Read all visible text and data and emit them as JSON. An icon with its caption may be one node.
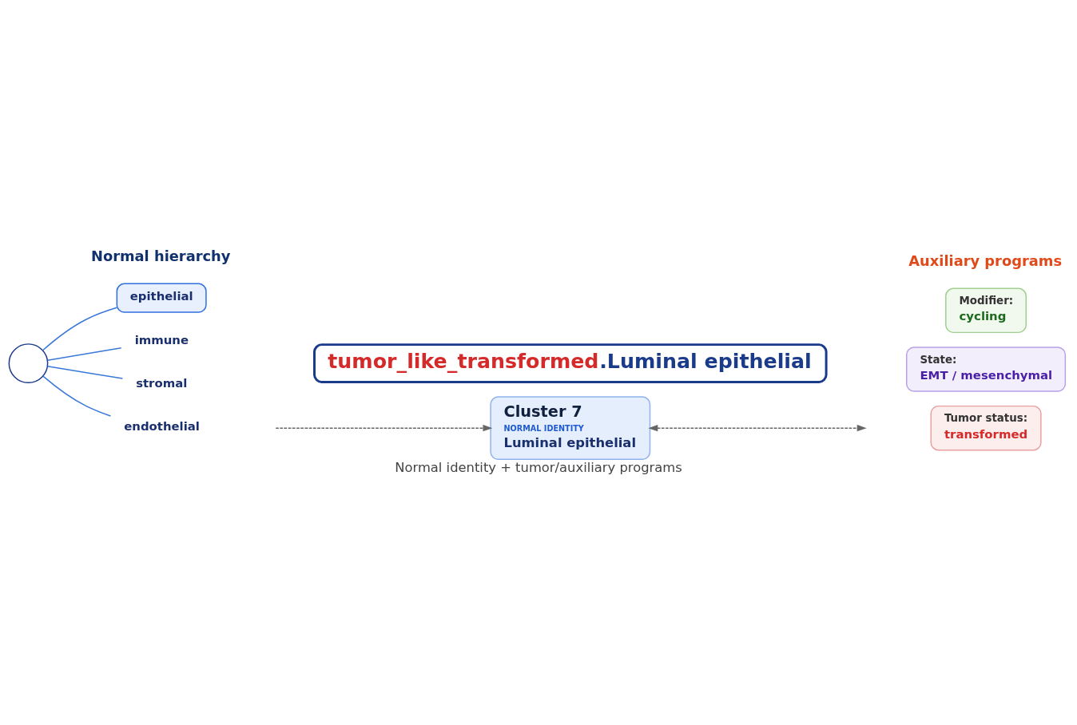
{
  "diagram": {
    "caption": "Normal identity + tumor/auxiliary programs",
    "nodes": [
      {
        "text": [],
        "shape": "circle"
      },
      {
        "text": [
          "epithelial"
        ]
      },
      {
        "text": [
          "immune"
        ]
      },
      {
        "text": [
          "stromal"
        ]
      },
      {
        "text": [
          "endothelial"
        ]
      },
      {
        "text": [
          "Cluster 7",
          "NORMAL IDENTITY",
          "Luminal epithelial"
        ]
      },
      {
        "text": [
          "Tumor status:",
          "transformed"
        ]
      },
      {
        "text": [
          "State:",
          "EMT / mesenchymal"
        ]
      },
      {
        "text": [
          "Modifier:",
          "cycling"
        ]
      },
      {
        "text": [
          "tumor_like_transformed",
          ".Luminal epithelial"
        ]
      }
    ],
    "edges": [
      {
        "from": 0,
        "to": 1,
        "arrow": "none"
      },
      {
        "from": 0,
        "to": 2,
        "arrow": "none"
      },
      {
        "from": 0,
        "to": 3,
        "arrow": "none"
      },
      {
        "from": 0,
        "to": 4,
        "arrow": "none"
      },
      {
        "from": null,
        "to": 5,
        "arrow": "to",
        "style": "dashed",
        "color": "#666666"
      },
      {
        "from": 5,
        "to": null,
        "arrow": "both",
        "style": "dashed",
        "color": "#666666"
      }
    ],
    "labels": [
      "Normal hierarchy",
      "Auxiliary programs"
    ]
  }
}
